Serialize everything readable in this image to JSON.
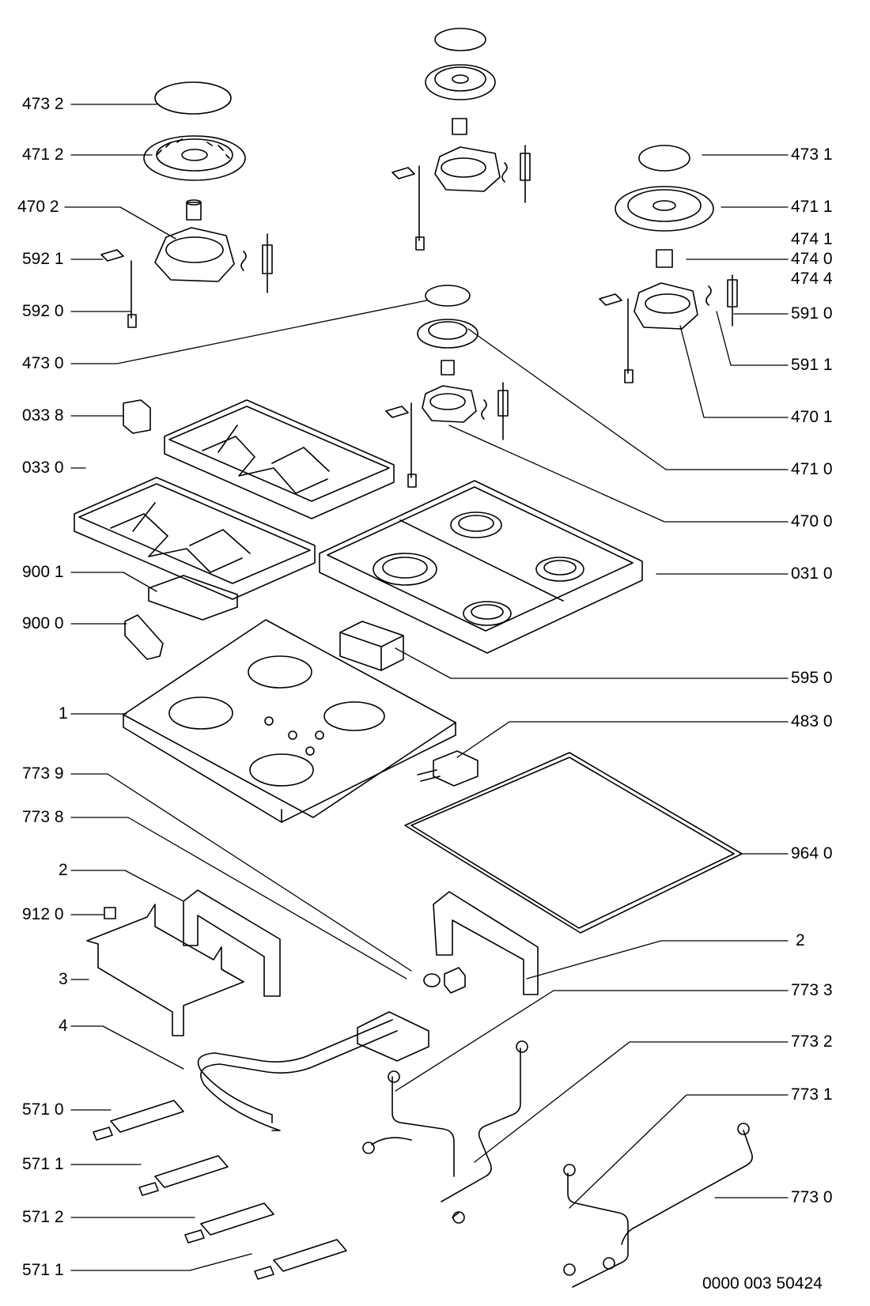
{
  "document": {
    "id": "0000  003  50424"
  },
  "labels": {
    "l4732": "473 2",
    "l4712": "471 2",
    "l4702": "470  2",
    "l5921": "592 1",
    "l5920": "592 0",
    "l4730": "473 0",
    "l0338": "033 8",
    "l0330": "033 0",
    "l9001": "900 1",
    "l9000": "900 0",
    "l1": "1",
    "l7739": "773 9",
    "l7738": "773 8",
    "l2a": "2",
    "l9120": "912 0",
    "l3": "3",
    "l4": "4",
    "l5710": "571 0",
    "l5711a": "571 1",
    "l5712": "571 2",
    "l5711b": "571 1",
    "l4731": "473 1",
    "l4711": "471 1",
    "l4741": "474 1",
    "l4740": "474 0",
    "l4744": "474 4",
    "l5910": "591 0",
    "l5911": "591 1",
    "l4701": "470 1",
    "l4710": "471 0",
    "l4700": "470 0",
    "l0310": "031 0",
    "l5950": "595 0",
    "l4830": "483 0",
    "l9640": "964 0",
    "l2b": "2",
    "l7733": "773 3",
    "l7732": "773 2",
    "l7731": "773 1",
    "l7730": "773 0"
  }
}
